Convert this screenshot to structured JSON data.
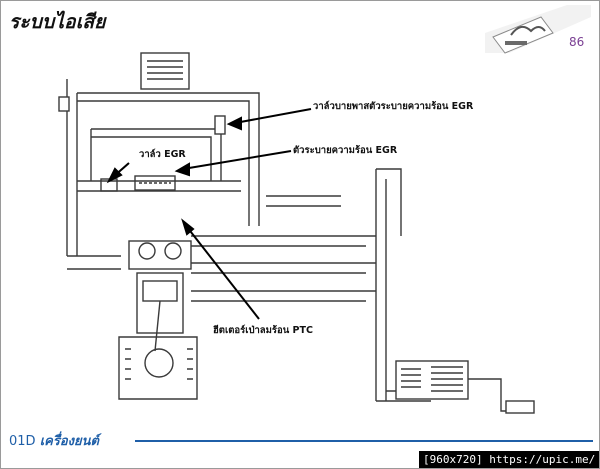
{
  "slide": {
    "title": "ระบบไอเสีย",
    "page_number": "86"
  },
  "diagram": {
    "labels": {
      "egr_bypass_valve": "วาล์วบายพาสตัวระบายความร้อน EGR",
      "egr_cooler": "ตัวระบายความร้อน EGR",
      "egr_valve": "วาล์ว EGR",
      "ptc_heater": "ฮีตเตอร์เป่าลมร้อน PTC"
    }
  },
  "footer": {
    "model": "01D",
    "subject": "เครื่องยนต์"
  },
  "watermark": "[960x720] https://upic.me/",
  "colors": {
    "accent_blue": "#1f5fa8",
    "page_number_purple": "#7a3f93"
  },
  "icons": [
    "mazda-logo-icon"
  ]
}
